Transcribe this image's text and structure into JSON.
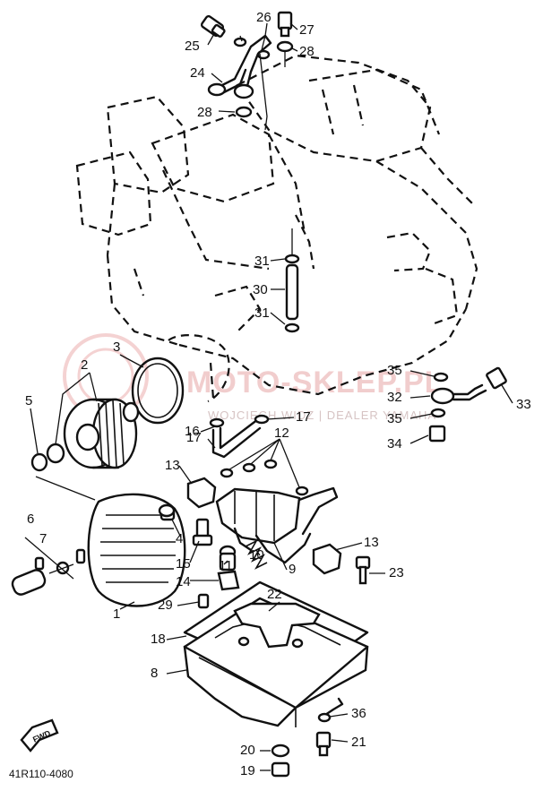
{
  "diagram": {
    "drawing_code": "41R110-4080",
    "front_arrow_label": "FWD",
    "watermark": {
      "title": "MOTO-SKLEP.PL",
      "subtitle": "WOJCIECH WIDZ | DEALER YAMAHA"
    },
    "callouts": [
      "1",
      "2",
      "3",
      "4",
      "5",
      "6",
      "7",
      "8",
      "9",
      "10",
      "11",
      "12",
      "13",
      "13",
      "14",
      "15",
      "16",
      "17",
      "17",
      "18",
      "19",
      "20",
      "21",
      "22",
      "23",
      "24",
      "25",
      "26",
      "27",
      "28",
      "28",
      "29",
      "30",
      "31",
      "31",
      "32",
      "33",
      "34",
      "35",
      "35",
      "36"
    ]
  }
}
